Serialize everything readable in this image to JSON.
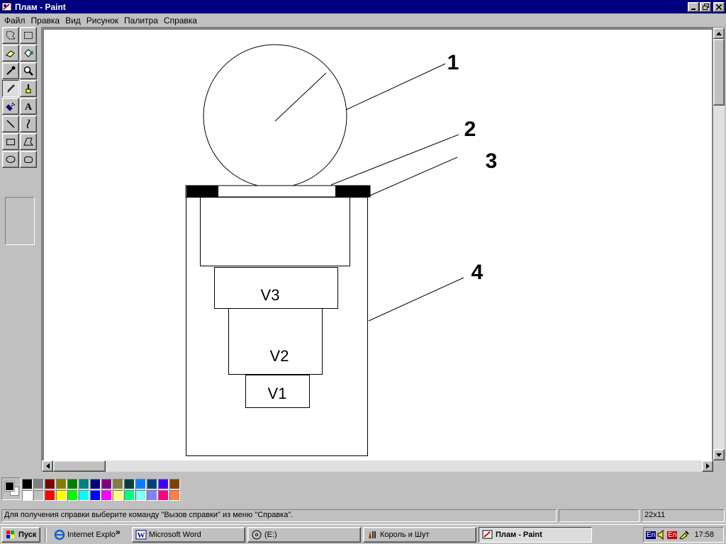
{
  "window": {
    "title": "Плам - Paint"
  },
  "menu": [
    {
      "label": "Файл"
    },
    {
      "label": "Правка"
    },
    {
      "label": "Вид"
    },
    {
      "label": "Рисунок"
    },
    {
      "label": "Палитра"
    },
    {
      "label": "Справка"
    }
  ],
  "tools": [
    {
      "name": "free-form-select"
    },
    {
      "name": "rect-select"
    },
    {
      "name": "eraser"
    },
    {
      "name": "fill"
    },
    {
      "name": "pick-color"
    },
    {
      "name": "magnifier"
    },
    {
      "name": "pencil",
      "active": true
    },
    {
      "name": "brush"
    },
    {
      "name": "airbrush"
    },
    {
      "name": "text"
    },
    {
      "name": "line"
    },
    {
      "name": "curve"
    },
    {
      "name": "rectangle"
    },
    {
      "name": "polygon"
    },
    {
      "name": "ellipse"
    },
    {
      "name": "rounded-rectangle"
    }
  ],
  "drawing": {
    "labels": {
      "n1": "1",
      "n2": "2",
      "n3": "3",
      "n4": "4"
    },
    "stages": {
      "v3": "V3",
      "v2": "V2",
      "v1": "V1"
    }
  },
  "palette": {
    "foreground": "#000000",
    "background": "#ffffff",
    "top_row": [
      "#000000",
      "#808080",
      "#800000",
      "#808000",
      "#008000",
      "#008080",
      "#000080",
      "#800080",
      "#808040",
      "#004040",
      "#0080ff",
      "#004080",
      "#4000ff",
      "#804000"
    ],
    "bottom_row": [
      "#ffffff",
      "#c0c0c0",
      "#ff0000",
      "#ffff00",
      "#00ff00",
      "#00ffff",
      "#0000ff",
      "#ff00ff",
      "#ffff80",
      "#00ff80",
      "#80ffff",
      "#8080ff",
      "#ff0080",
      "#ff8040"
    ]
  },
  "status": {
    "help": "Для получения справки выберите команду \"Вызов справки\" из меню \"Справка\".",
    "size": "22x11"
  },
  "taskbar": {
    "start": "Пуск",
    "quick_more": "»",
    "buttons": [
      {
        "label": "Internet Explo"
      },
      {
        "label": "Microsoft Word"
      },
      {
        "label": "(E:)"
      },
      {
        "label": "Король и Шут"
      },
      {
        "label": "Плам - Paint",
        "active": true
      }
    ],
    "tray": {
      "lang1": "En",
      "lang2": "En",
      "time": "17:58"
    }
  }
}
